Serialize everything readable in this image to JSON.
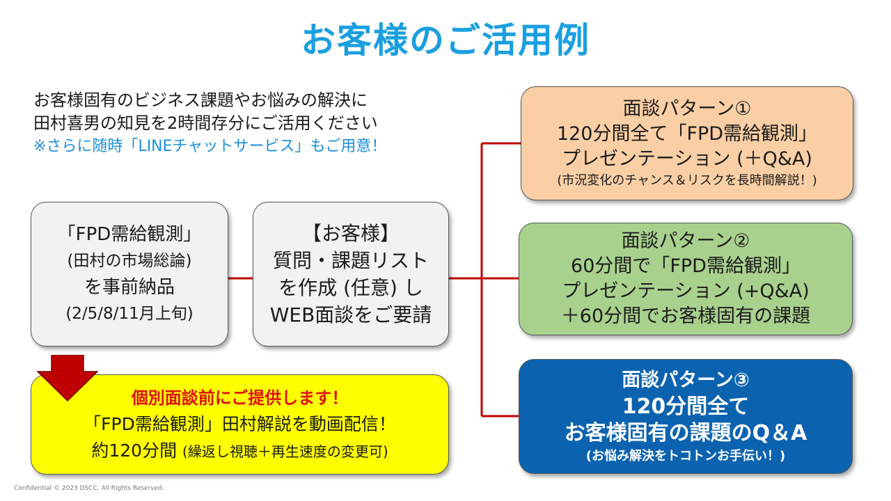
{
  "title": "お客様のご活用例",
  "intro": {
    "line1": "お客様固有のビジネス課題やお悩みの解決に",
    "line2": "田村喜男の知見を2時間存分にご活用ください",
    "line3": "※さらに随時「LINEチャットサービス」もご用意！"
  },
  "fpd_box": {
    "line1": "「FPD需給観測」",
    "line2": "(田村の市場総論)",
    "line3": "を事前納品",
    "line4": "(2/5/8/11月上旬)"
  },
  "request_box": {
    "line1": "【お客様】",
    "line2": "質問・課題リスト",
    "line3": "を作成 (任意) し",
    "line4": "WEB面談をご要請"
  },
  "pattern1": {
    "line1": "面談パターン①",
    "line2": "120分間全て「FPD需給観測」",
    "line3": "プレゼンテーション (＋Q&A)",
    "note": "(市況変化のチャンス＆リスクを長時間解説！)"
  },
  "pattern2": {
    "line1": "面談パターン②",
    "line2": "60分間で「FPD需給観測」",
    "line3": "プレゼンテーション (+Q&A)",
    "line4": "＋60分間でお客様固有の課題"
  },
  "pattern3": {
    "line1": "面談パターン③",
    "line2": "120分間全て",
    "line3": "お客様固有の課題のQ＆A",
    "note": "(お悩み解決をトコトンお手伝い！)"
  },
  "yellow_box": {
    "line1": "個別面談前にご提供します！",
    "line2": "「FPD需給観測」田村解説を動画配信！",
    "line3_main": "約120分間",
    "line3_note": "(繰返し視聴＋再生速度の変更可)"
  },
  "footer": "Confidential © 2023 DSCC. All Rights Reserved.",
  "colors": {
    "title": "#1a9fe0",
    "connector": "#c00000",
    "pattern1": "#fbcfa5",
    "pattern2": "#a9d18e",
    "pattern3": "#0b63b0",
    "highlight": "#ffff00"
  }
}
